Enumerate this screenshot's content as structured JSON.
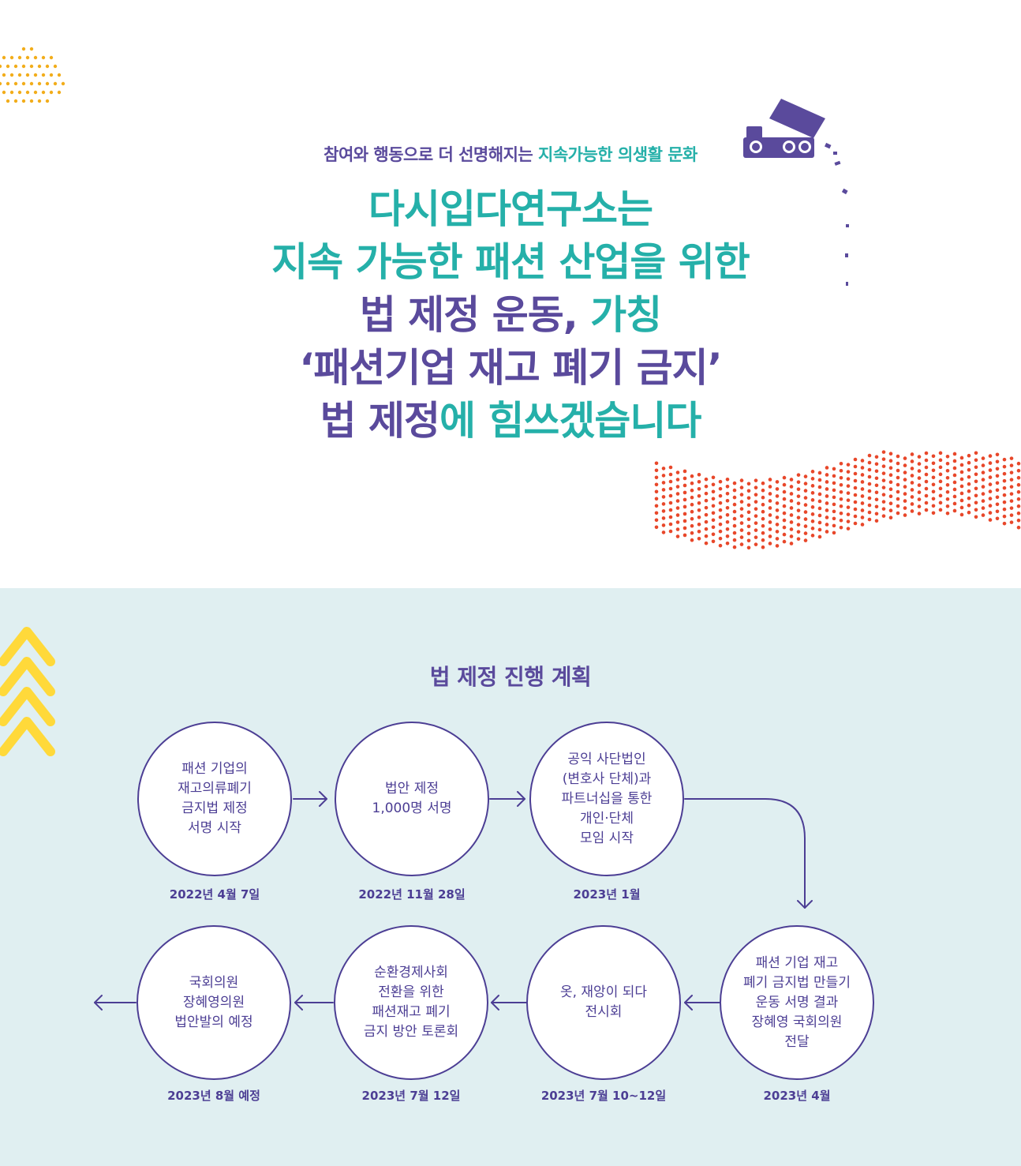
{
  "header": {
    "subtitle_plain": "참여와 행동으로 더 선명해지는 ",
    "subtitle_highlight": "지속가능한 의생활 문화",
    "headline": [
      [
        "다시입다연구소는",
        ""
      ],
      [
        "지속 가능한 패션 산업을 위한",
        ""
      ],
      [
        "",
        "법 제정 운동, ",
        "가칭"
      ],
      [
        "",
        "‘패션기업 재고 폐기 금지’"
      ],
      [
        "",
        "법 제정",
        "에 힘쓰겠습니다"
      ]
    ]
  },
  "plan": {
    "title": "법 제정 진행 계획",
    "steps": [
      {
        "text": "패션 기업의\n재고의류폐기\n금지법 제정\n서명 시작",
        "date": "2022년 4월 7일"
      },
      {
        "text": "법안 제정\n1,000명 서명",
        "date": "2022년 11월 28일"
      },
      {
        "text": "공익 사단법인\n(변호사 단체)과\n파트너십을 통한\n개인·단체\n모임 시작",
        "date": "2023년 1월"
      },
      {
        "text": "패션 기업 재고\n폐기 금지법 만들기\n운동 서명 결과\n장혜영 국회의원\n전달",
        "date": "2023년 4월"
      },
      {
        "text": "옷, 재앙이 되다\n전시회",
        "date": "2023년 7월 10~12일"
      },
      {
        "text": "순환경제사회\n전환을 위한\n패션재고 폐기\n금지 방안 토론회",
        "date": "2023년 7월 12일"
      },
      {
        "text": "국회의원\n장혜영의원\n법안발의 예정",
        "date": "2023년 8월 예정"
      }
    ]
  },
  "colors": {
    "purple": "#5a4a9c",
    "teal": "#25b0a9",
    "node_border": "#4c3e94",
    "bg_bottom": "#e0eff1",
    "dots_orange": "#f2ad1b",
    "dots_red": "#e8472a",
    "chevron_yellow": "#ffd93a"
  }
}
